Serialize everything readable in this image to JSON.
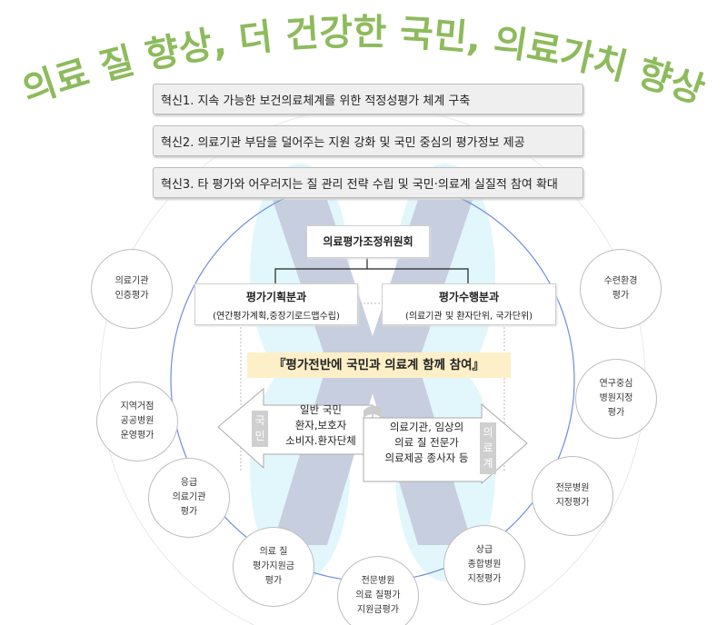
{
  "title": "의료 질 향상, 더 건강한 국민, 의료가치 향상",
  "innovations": [
    "혁신1. 지속 가능한 보건의료체계를 위한 적정성평가 체계 구축",
    "혁신2. 의료기관 부담을 덜어주는 지원 강화 및 국민 중심의 평가정보 제공",
    "혁신3. 타 평가와 어우러지는 질 관리 전략 수립 및 국민·의료계 실질적 참여 확대"
  ],
  "committee": "의료평가조정위원회",
  "subcommittees": [
    {
      "name": "평가기획분과",
      "desc": "(연간평가계획,중장기로드맵수립)"
    },
    {
      "name": "평가수행분과",
      "desc": "(의료기관 및 환자단위, 국가단위)"
    }
  ],
  "banner": "『평가전반에 국민과 의료계 함께 참여』",
  "public": {
    "tag": [
      "국",
      "민"
    ],
    "lines": [
      "일반 국민",
      "환자,보호자",
      "소비자.환자단체"
    ]
  },
  "medical": {
    "tag": [
      "의",
      "료",
      "계"
    ],
    "lines": [
      "의료기관, 임상의",
      "의료 질 전문가",
      "의료제공 종사자 등"
    ]
  },
  "circles": [
    [
      "의료기관",
      "인증평가"
    ],
    [
      "지역거점",
      "공공병원",
      "운영평가"
    ],
    [
      "응급",
      "의료기관",
      "평가"
    ],
    [
      "의료 질",
      "평가지원금",
      "평가"
    ],
    [
      "전문병원",
      "의료 질평가",
      "지원금평가"
    ],
    [
      "상급",
      "종합병원",
      "지정평가"
    ],
    [
      "전문병원",
      "지정평가"
    ],
    [
      "연구중심",
      "병원지정",
      "평가"
    ],
    [
      "수련환경",
      "평가"
    ]
  ],
  "colors": {
    "title": "#8dbb5c",
    "banner": "#fdf0c8",
    "ring": "#6d8fd8"
  }
}
